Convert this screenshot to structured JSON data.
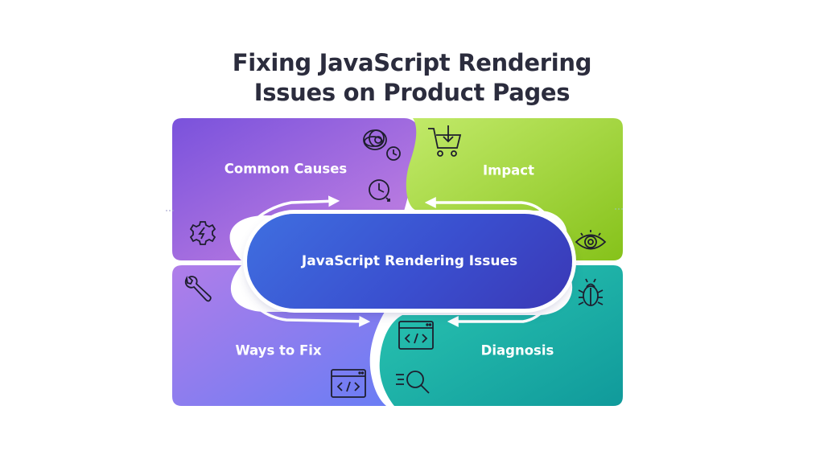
{
  "title": {
    "line1": "Fixing JavaScript Rendering",
    "line2": "Issues on Product Pages"
  },
  "center": {
    "label": "JavaScript Rendering Issues"
  },
  "quadrants": {
    "common_causes": {
      "label": "Common Causes",
      "color_start": "#7e55de",
      "color_end": "#c47ee3"
    },
    "impact": {
      "label": "Impact",
      "color_start": "#b5e655",
      "color_end": "#8dc81c"
    },
    "ways_to_fix": {
      "label": "Ways to Fix",
      "color_start": "#a574ea",
      "color_end": "#6b7bf4"
    },
    "diagnosis": {
      "label": "Diagnosis",
      "color_start": "#26c4b0",
      "color_end": "#0e9a9a"
    }
  },
  "icons": {
    "common_causes": [
      "tangled-icon",
      "clock-icon",
      "stopwatch-icon",
      "gear-icon"
    ],
    "impact": [
      "cart-download-icon",
      "eye-icon"
    ],
    "ways_to_fix": [
      "wrench-icon",
      "code-window-icon"
    ],
    "diagnosis": [
      "bug-icon",
      "code-window-icon",
      "magnifier-icon"
    ]
  }
}
